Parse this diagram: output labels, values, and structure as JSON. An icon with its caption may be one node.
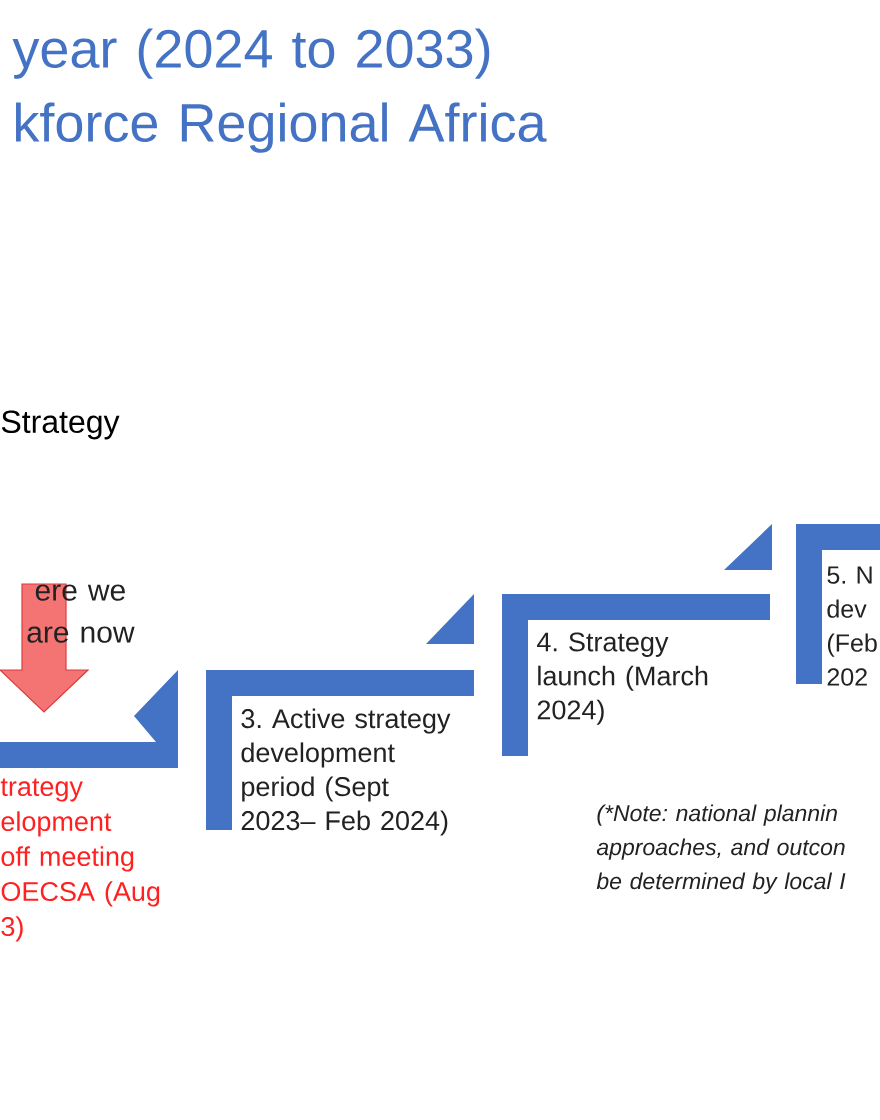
{
  "diagram": {
    "title": "year (2024 to 2033) kforce Regional Africa",
    "labels": [
      "Strategy",
      "ere we are now",
      "5. N dev (Feb 202",
      "4. Strategy launch (March 2024)",
      "trategy elopment off meeting OECSA (Aug 3)",
      "3. Active strategy development period (Sept 2023– Feb 2024)",
      "(*Note: national plannin approaches, and outcon be determined by local I"
    ]
  }
}
